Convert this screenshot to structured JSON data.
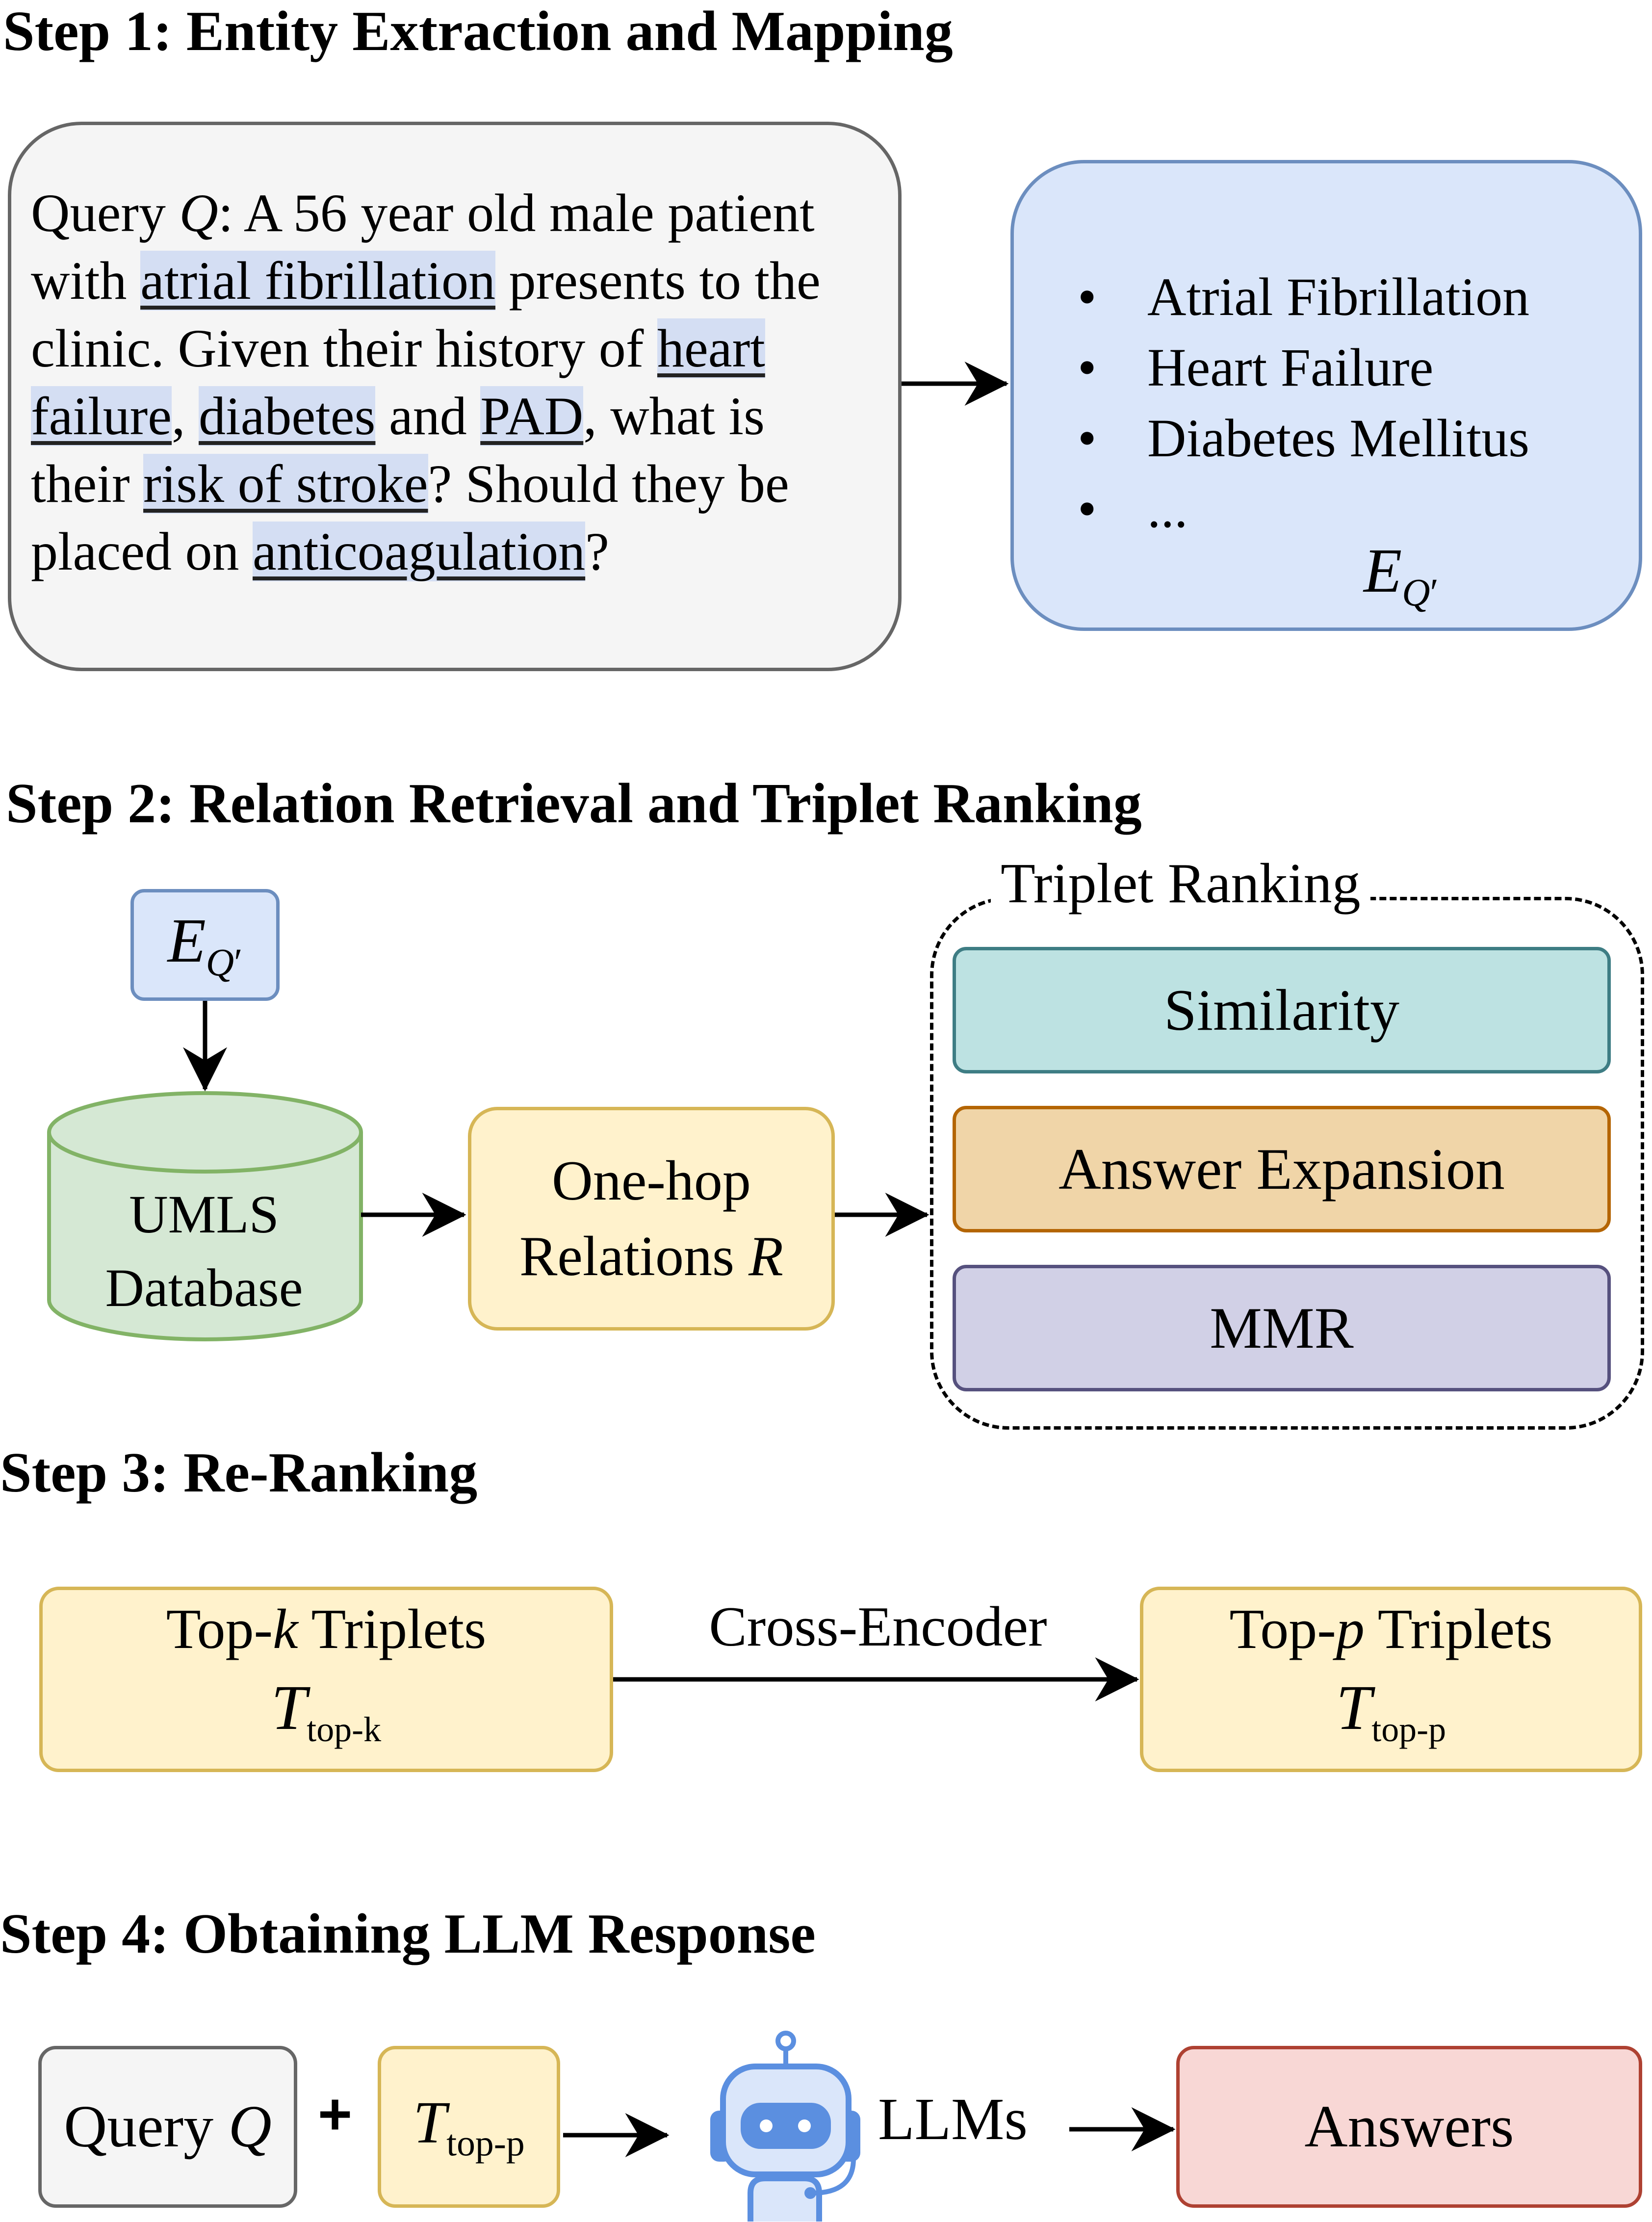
{
  "steps": {
    "step1": "Step 1: Entity Extraction and Mapping",
    "step2": "Step 2: Relation Retrieval and Triplet Ranking",
    "step3": "Step 3: Re-Ranking",
    "step4": "Step 4: Obtaining LLM Response"
  },
  "query_text": {
    "query_word": "Query",
    "q_symbol": "Q",
    "p1": ": A 56 year old male patient with ",
    "e1": "atrial fibrillation",
    "p2": " presents to the clinic. Given their history of ",
    "e2": "heart failure",
    "p3": ", ",
    "e3": "diabetes",
    "p4": " and ",
    "e4": "PAD",
    "p5": ", what is their ",
    "e5": "risk of stroke",
    "p6": "? Should they be placed on ",
    "e6": "anticoagulation",
    "p7": "?"
  },
  "entities": {
    "items": [
      "Atrial Fibrillation",
      "Heart Failure",
      "Diabetes Mellitus",
      "..."
    ],
    "label_base": "E",
    "label_sub": "Q",
    "label_prime": "′"
  },
  "step2": {
    "umls_line1": "UMLS",
    "umls_line2": "Database",
    "onehop_line1": "One-hop",
    "onehop_line2_text": "Relations ",
    "onehop_symbol": "R",
    "ranking_title": "Triplet Ranking",
    "similarity": "Similarity",
    "answer_expansion": "Answer Expansion",
    "mmr": "MMR"
  },
  "step3": {
    "topk_prefix": "Top-",
    "topk_var": "k",
    "topk_suffix": " Triplets",
    "topk_T": "T",
    "topk_sub": "top-k",
    "cross_encoder": "Cross-Encoder",
    "topp_prefix": "Top-",
    "topp_var": "p",
    "topp_suffix": " Triplets",
    "topp_T": "T",
    "topp_sub": "top-p"
  },
  "step4": {
    "query_word": "Query ",
    "q_symbol": "Q",
    "plus": "+",
    "T": "T",
    "t_sub": "top-p",
    "llms": "LLMs",
    "answers": "Answers"
  },
  "colors": {
    "query_fill": "#f5f5f5",
    "blue_fill": "#dae6fa",
    "blue_stroke": "#6c8ebf",
    "green_fill": "#d5e8d4",
    "green_stroke": "#82b366",
    "yellow_fill": "#fff2cc",
    "yellow_stroke": "#d6b656",
    "teal_fill": "#bde2e2",
    "orange_fill": "#f0d5a8",
    "purple_fill": "#d1d0e6",
    "red_fill": "#f8d7d5",
    "robot_blue": "#5b8fe0"
  },
  "icons": [
    "robot-icon"
  ]
}
